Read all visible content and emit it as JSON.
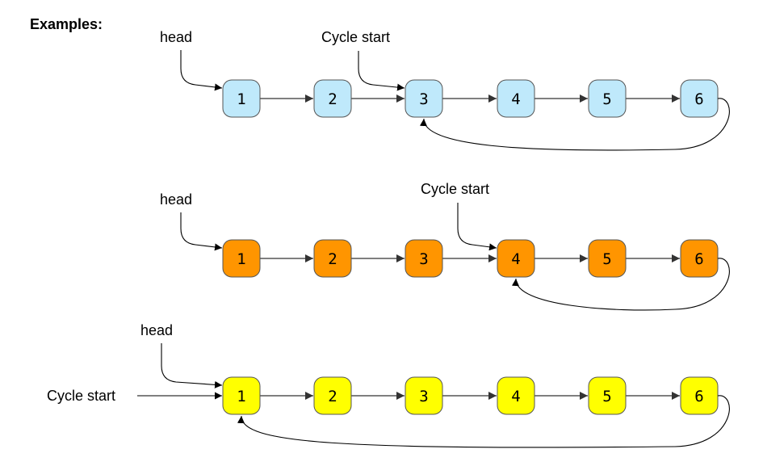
{
  "heading": "Examples:",
  "colors": {
    "edge": "#333333",
    "node_stroke": "#555555"
  },
  "examples": [
    {
      "head_label": "head",
      "cycle_label": "Cycle start",
      "fill": "#bfe9fb",
      "nodes": [
        "1",
        "2",
        "3",
        "4",
        "5",
        "6"
      ],
      "cycle_start_index": 2
    },
    {
      "head_label": "head",
      "cycle_label": "Cycle start",
      "fill": "#ff9500",
      "nodes": [
        "1",
        "2",
        "3",
        "4",
        "5",
        "6"
      ],
      "cycle_start_index": 3
    },
    {
      "head_label": "head",
      "cycle_label": "Cycle start",
      "fill": "#ffff00",
      "nodes": [
        "1",
        "2",
        "3",
        "4",
        "5",
        "6"
      ],
      "cycle_start_index": 0
    }
  ]
}
